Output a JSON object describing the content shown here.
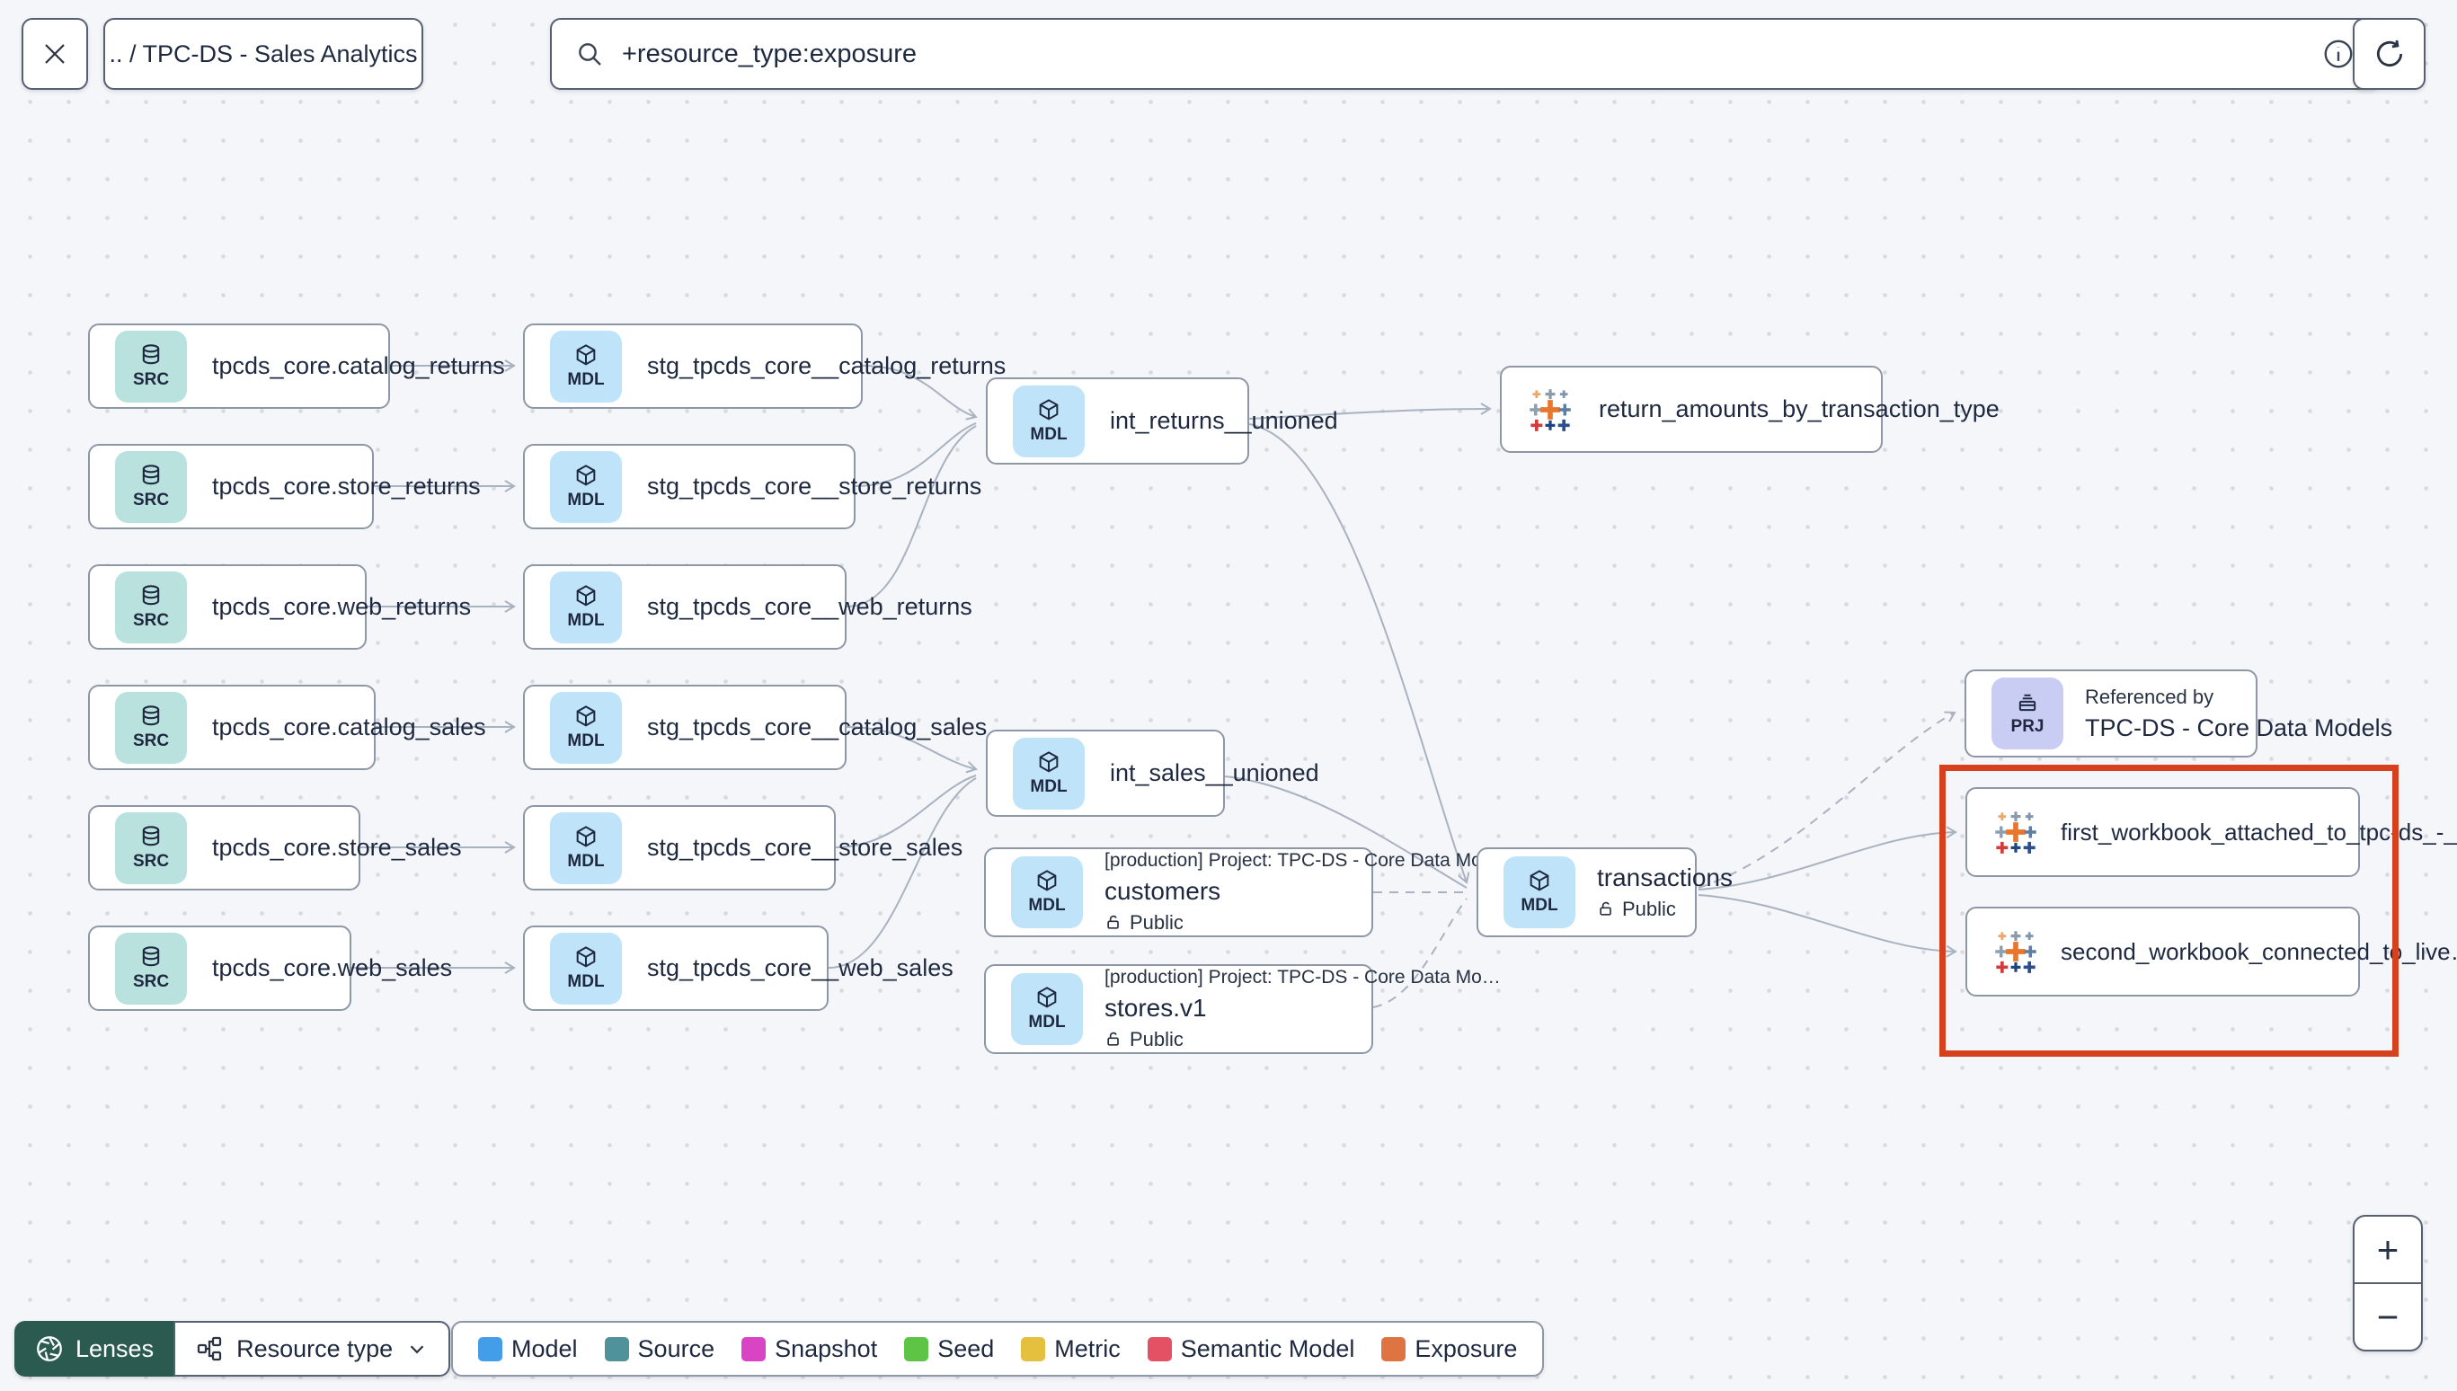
{
  "topbar": {
    "breadcrumb": ".. / TPC-DS - Sales Analytics",
    "search": {
      "value": "+resource_type:exposure"
    }
  },
  "badges": {
    "source": "SRC",
    "model": "MDL",
    "project": "PRJ"
  },
  "nodes": {
    "sources": [
      {
        "label": "tpcds_core.catalog_returns"
      },
      {
        "label": "tpcds_core.store_returns"
      },
      {
        "label": "tpcds_core.web_returns"
      },
      {
        "label": "tpcds_core.catalog_sales"
      },
      {
        "label": "tpcds_core.store_sales"
      },
      {
        "label": "tpcds_core.web_sales"
      }
    ],
    "staging": [
      {
        "label": "stg_tpcds_core__catalog_returns"
      },
      {
        "label": "stg_tpcds_core__store_returns"
      },
      {
        "label": "stg_tpcds_core__web_returns"
      },
      {
        "label": "stg_tpcds_core__catalog_sales"
      },
      {
        "label": "stg_tpcds_core__store_sales"
      },
      {
        "label": "stg_tpcds_core__web_sales"
      }
    ],
    "int_returns": {
      "label": "int_returns__unioned"
    },
    "int_sales": {
      "label": "int_sales__unioned"
    },
    "return_exposure": {
      "label": "return_amounts_by_transaction_type"
    },
    "customers": {
      "project_line": "[production] Project: TPC-DS - Core Data Mo…",
      "label": "customers",
      "access": "Public"
    },
    "stores": {
      "project_line": "[production] Project: TPC-DS - Core Data Mo…",
      "label": "stores.v1",
      "access": "Public"
    },
    "transactions": {
      "label": "transactions",
      "access": "Public"
    },
    "referenced_project": {
      "title": "Referenced by",
      "label": "TPC-DS - Core Data Models"
    },
    "workbook_first": {
      "label": "first_workbook_attached_to_tpc-ds_-_…"
    },
    "workbook_second": {
      "label": "second_workbook_connected_to_live…"
    }
  },
  "graph": {
    "edges": [
      {
        "from": "tpcds_core.catalog_returns",
        "to": "stg_tpcds_core__catalog_returns",
        "style": "solid"
      },
      {
        "from": "tpcds_core.store_returns",
        "to": "stg_tpcds_core__store_returns",
        "style": "solid"
      },
      {
        "from": "tpcds_core.web_returns",
        "to": "stg_tpcds_core__web_returns",
        "style": "solid"
      },
      {
        "from": "tpcds_core.catalog_sales",
        "to": "stg_tpcds_core__catalog_sales",
        "style": "solid"
      },
      {
        "from": "tpcds_core.store_sales",
        "to": "stg_tpcds_core__store_sales",
        "style": "solid"
      },
      {
        "from": "tpcds_core.web_sales",
        "to": "stg_tpcds_core__web_sales",
        "style": "solid"
      },
      {
        "from": "stg_tpcds_core__catalog_returns",
        "to": "int_returns__unioned",
        "style": "solid"
      },
      {
        "from": "stg_tpcds_core__store_returns",
        "to": "int_returns__unioned",
        "style": "solid"
      },
      {
        "from": "stg_tpcds_core__web_returns",
        "to": "int_returns__unioned",
        "style": "solid"
      },
      {
        "from": "stg_tpcds_core__catalog_sales",
        "to": "int_sales__unioned",
        "style": "solid"
      },
      {
        "from": "stg_tpcds_core__store_sales",
        "to": "int_sales__unioned",
        "style": "solid"
      },
      {
        "from": "stg_tpcds_core__web_sales",
        "to": "int_sales__unioned",
        "style": "solid"
      },
      {
        "from": "int_returns__unioned",
        "to": "return_amounts_by_transaction_type",
        "style": "solid"
      },
      {
        "from": "int_returns__unioned",
        "to": "transactions",
        "style": "solid"
      },
      {
        "from": "int_sales__unioned",
        "to": "transactions",
        "style": "solid"
      },
      {
        "from": "customers",
        "to": "transactions",
        "style": "dashed"
      },
      {
        "from": "stores.v1",
        "to": "transactions",
        "style": "dashed"
      },
      {
        "from": "transactions",
        "to": "TPC-DS - Core Data Models",
        "style": "dashed"
      },
      {
        "from": "transactions",
        "to": "first_workbook_attached_to_tpc-ds_-_…",
        "style": "solid"
      },
      {
        "from": "transactions",
        "to": "second_workbook_connected_to_live…",
        "style": "solid"
      }
    ]
  },
  "footer": {
    "lenses_label": "Lenses",
    "resource_type_label": "Resource type",
    "legend": [
      {
        "label": "Model",
        "color": "#449de8"
      },
      {
        "label": "Source",
        "color": "#4f929a"
      },
      {
        "label": "Snapshot",
        "color": "#d944c5"
      },
      {
        "label": "Seed",
        "color": "#5ec446"
      },
      {
        "label": "Metric",
        "color": "#e5c03f"
      },
      {
        "label": "Semantic Model",
        "color": "#e45064"
      },
      {
        "label": "Exposure",
        "color": "#dd7442"
      }
    ]
  },
  "zoom_controls": {
    "zoom_in": "+",
    "zoom_out": "−"
  },
  "colors": {
    "highlight": "#d5401d",
    "edge": "#a9b2c0"
  }
}
